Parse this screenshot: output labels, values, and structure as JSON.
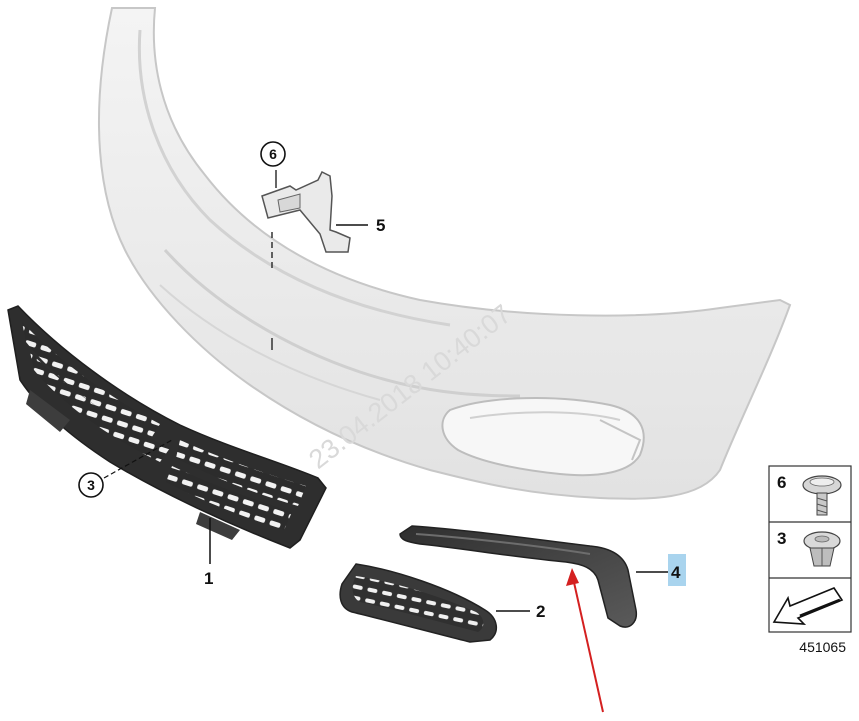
{
  "diagram": {
    "watermark": "23.04.2018 10:40:07",
    "document_number": "451065",
    "callouts": [
      {
        "id": "part-1",
        "label": "1"
      },
      {
        "id": "part-2",
        "label": "2"
      },
      {
        "id": "part-3",
        "label": "3"
      },
      {
        "id": "part-4",
        "label": "4"
      },
      {
        "id": "part-5",
        "label": "5"
      },
      {
        "id": "part-6",
        "label": "6"
      }
    ],
    "legend": [
      {
        "label": "6",
        "icon": "screw-icon"
      },
      {
        "label": "3",
        "icon": "expansion-rivet-icon"
      },
      {
        "icon": "direction-arrow-icon"
      }
    ],
    "annotation": {
      "icon": "red-arrow-icon",
      "color": "#d42020"
    },
    "colors": {
      "bumper": "#ececec",
      "bumper_outline": "#c8c8c8",
      "grille": "#3a3a3a",
      "trim": "#4a4a4a",
      "highlight": "#a9d4ee"
    }
  }
}
